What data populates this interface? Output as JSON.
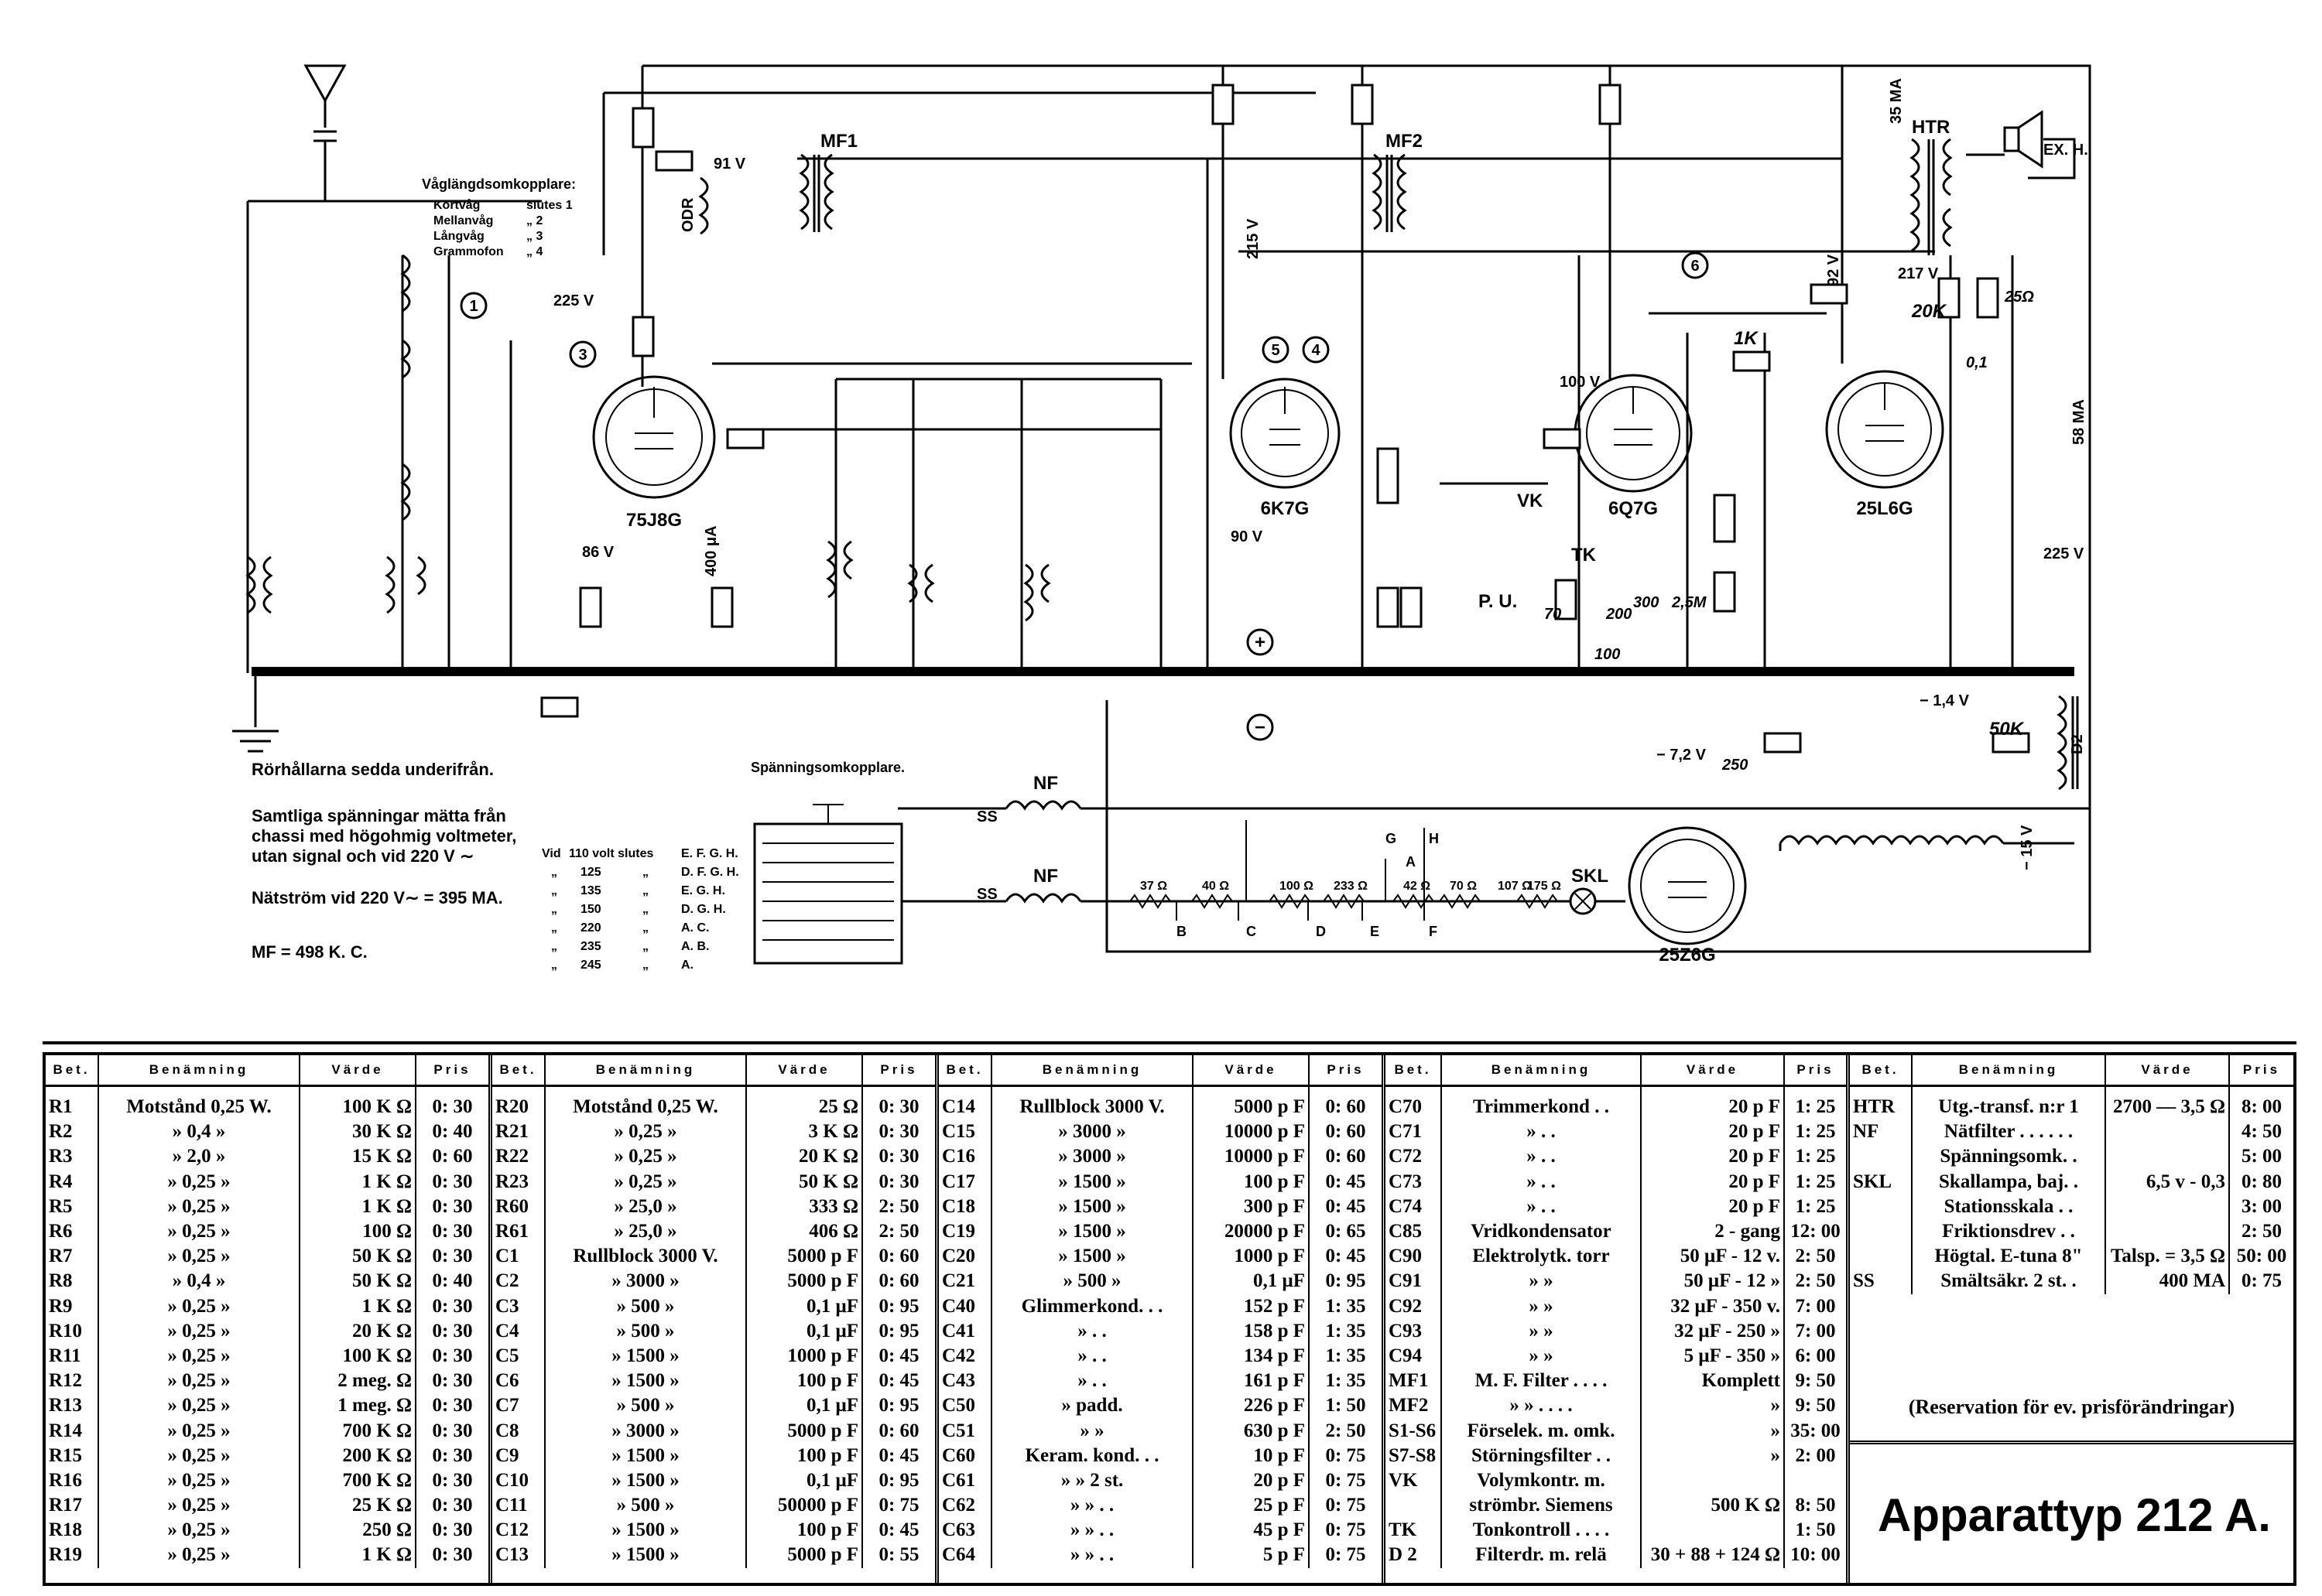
{
  "schematic": {
    "tubes": [
      "75J8G",
      "6K7G",
      "6Q7G",
      "25L6G",
      "25Z6G"
    ],
    "voltages": {
      "v91": "91 V",
      "v225": "225 V",
      "v215": "215 V",
      "v86": "86 V",
      "v400": "400 μA",
      "v90": "90 V",
      "v100": "100 V",
      "v217": "217 V",
      "v92": "92 V",
      "v225b": "225 V",
      "v35ma": "35 MA",
      "v58ma": "58 MA",
      "vm1_4": "− 1,4 V",
      "vm7_2": "− 7,2 V",
      "vm15": "− 15 V"
    },
    "labels": {
      "mf1": "MF1",
      "mf2": "MF2",
      "odr": "ODR",
      "htr": "HTR",
      "exh": "EX. H.",
      "vk": "VK",
      "tk": "TK",
      "pu": "P. U.",
      "nf1": "NF",
      "nf2": "NF",
      "ss1": "SS",
      "ss2": "SS",
      "skl": "SKL",
      "d2": "D2",
      "plus": "+",
      "minus": "−"
    },
    "handwritten": [
      "1K",
      "20K",
      "50K",
      "200",
      "300",
      "2,5M",
      "25Ω",
      "0,1",
      "70",
      "100",
      "250"
    ],
    "waveband": {
      "title": "Våglängdsomkopplare:",
      "rows": [
        [
          "Kortvåg",
          "slutes 1"
        ],
        [
          "Mellanvåg",
          "„ 2"
        ],
        [
          "Långvåg",
          "„ 3"
        ],
        [
          "Grammofon",
          "„ 4"
        ]
      ]
    },
    "notes": {
      "tubes_view": "Rörhållarna sedda underifrån.",
      "voltmeter": [
        "Samtliga spänningar mätta från",
        "chassi med högohmig voltmeter,",
        "utan signal och vid 220 V ∼"
      ],
      "mains_current": "Nätström vid 220 V∼ = 395 MA.",
      "mf": "MF = 498 K. C.",
      "switch_title": "Spänningsomkopplare."
    },
    "mains_table": {
      "header": [
        "Vid",
        "110 volt slutes",
        "E. F. G. H."
      ],
      "rows": [
        [
          "„",
          "125",
          "„",
          "D. F. G. H."
        ],
        [
          "„",
          "135",
          "„",
          "E. G. H."
        ],
        [
          "„",
          "150",
          "„",
          "D. G. H."
        ],
        [
          "„",
          "220",
          "„",
          "A. C."
        ],
        [
          "„",
          "235",
          "„",
          "A. B."
        ],
        [
          "„",
          "245",
          "„",
          "A."
        ]
      ]
    },
    "resistor_string": [
      "37 Ω",
      "40 Ω",
      "100 Ω",
      "233 Ω",
      "42 Ω",
      "70 Ω",
      "107 Ω",
      "175 Ω"
    ],
    "tap_letters": [
      "A",
      "B",
      "C",
      "D",
      "E",
      "F",
      "G",
      "H"
    ]
  },
  "parts": {
    "header": {
      "bet": "Bet.",
      "ben": "Benämning",
      "varde": "Värde",
      "pris": "Pris"
    },
    "group1": [
      [
        "R1",
        "Motstånd 0,25 W.",
        "100 K Ω",
        "0: 30"
      ],
      [
        "R2",
        "» 0,4 »",
        "30 K Ω",
        "0: 40"
      ],
      [
        "R3",
        "» 2,0 »",
        "15 K Ω",
        "0: 60"
      ],
      [
        "R4",
        "» 0,25 »",
        "1 K Ω",
        "0: 30"
      ],
      [
        "R5",
        "» 0,25 »",
        "1 K Ω",
        "0: 30"
      ],
      [
        "R6",
        "» 0,25 »",
        "100 Ω",
        "0: 30"
      ],
      [
        "R7",
        "» 0,25 »",
        "50 K Ω",
        "0: 30"
      ],
      [
        "R8",
        "» 0,4 »",
        "50 K Ω",
        "0: 40"
      ],
      [
        "R9",
        "» 0,25 »",
        "1 K Ω",
        "0: 30"
      ],
      [
        "R10",
        "» 0,25 »",
        "20 K Ω",
        "0: 30"
      ],
      [
        "R11",
        "» 0,25 »",
        "100 K Ω",
        "0: 30"
      ],
      [
        "R12",
        "» 0,25 »",
        "2 meg. Ω",
        "0: 30"
      ],
      [
        "R13",
        "» 0,25 »",
        "1 meg. Ω",
        "0: 30"
      ],
      [
        "R14",
        "» 0,25 »",
        "700 K Ω",
        "0: 30"
      ],
      [
        "R15",
        "» 0,25 »",
        "200 K Ω",
        "0: 30"
      ],
      [
        "R16",
        "» 0,25 »",
        "700 K Ω",
        "0: 30"
      ],
      [
        "R17",
        "» 0,25 »",
        "25 K Ω",
        "0: 30"
      ],
      [
        "R18",
        "» 0,25 »",
        "250 Ω",
        "0: 30"
      ],
      [
        "R19",
        "» 0,25 »",
        "1 K Ω",
        "0: 30"
      ]
    ],
    "group2": [
      [
        "R20",
        "Motstånd 0,25 W.",
        "25 Ω",
        "0: 30"
      ],
      [
        "R21",
        "» 0,25 »",
        "3 K Ω",
        "0: 30"
      ],
      [
        "R22",
        "» 0,25 »",
        "20 K Ω",
        "0: 30"
      ],
      [
        "R23",
        "» 0,25 »",
        "50 K Ω",
        "0: 30"
      ],
      [
        "R60",
        "» 25,0 »",
        "333 Ω",
        "2: 50"
      ],
      [
        "R61",
        "» 25,0 »",
        "406 Ω",
        "2: 50"
      ],
      [
        "C1",
        "Rullblock 3000 V.",
        "5000 p F",
        "0: 60"
      ],
      [
        "C2",
        "» 3000 »",
        "5000 p F",
        "0: 60"
      ],
      [
        "C3",
        "» 500 »",
        "0,1 μF",
        "0: 95"
      ],
      [
        "C4",
        "» 500 »",
        "0,1 μF",
        "0: 95"
      ],
      [
        "C5",
        "» 1500 »",
        "1000 p F",
        "0: 45"
      ],
      [
        "C6",
        "» 1500 »",
        "100 p F",
        "0: 45"
      ],
      [
        "C7",
        "» 500 »",
        "0,1 μF",
        "0: 95"
      ],
      [
        "C8",
        "» 3000 »",
        "5000 p F",
        "0: 60"
      ],
      [
        "C9",
        "» 1500 »",
        "100 p F",
        "0: 45"
      ],
      [
        "C10",
        "» 1500 »",
        "0,1 μF",
        "0: 95"
      ],
      [
        "C11",
        "» 500 »",
        "50000 p F",
        "0: 75"
      ],
      [
        "C12",
        "» 1500 »",
        "100 p F",
        "0: 45"
      ],
      [
        "C13",
        "» 1500 »",
        "5000 p F",
        "0: 55"
      ]
    ],
    "group3": [
      [
        "C14",
        "Rullblock 3000 V.",
        "5000 p F",
        "0: 60"
      ],
      [
        "C15",
        "» 3000 »",
        "10000 p F",
        "0: 60"
      ],
      [
        "C16",
        "» 3000 »",
        "10000 p F",
        "0: 60"
      ],
      [
        "C17",
        "» 1500 »",
        "100 p F",
        "0: 45"
      ],
      [
        "C18",
        "» 1500 »",
        "300 p F",
        "0: 45"
      ],
      [
        "C19",
        "» 1500 »",
        "20000 p F",
        "0: 65"
      ],
      [
        "C20",
        "» 1500 »",
        "1000 p F",
        "0: 45"
      ],
      [
        "C21",
        "» 500 »",
        "0,1 μF",
        "0: 95"
      ],
      [
        "C40",
        "Glimmerkond. . .",
        "152 p F",
        "1: 35"
      ],
      [
        "C41",
        "» . .",
        "158 p F",
        "1: 35"
      ],
      [
        "C42",
        "» . .",
        "134 p F",
        "1: 35"
      ],
      [
        "C43",
        "» . .",
        "161 p F",
        "1: 35"
      ],
      [
        "C50",
        "» padd.",
        "226 p F",
        "1: 50"
      ],
      [
        "C51",
        "» »",
        "630 p F",
        "2: 50"
      ],
      [
        "C60",
        "Keram. kond. . .",
        "10 p F",
        "0: 75"
      ],
      [
        "C61",
        "» » 2 st.",
        "20 p F",
        "0: 75"
      ],
      [
        "C62",
        "» » . .",
        "25 p F",
        "0: 75"
      ],
      [
        "C63",
        "» » . .",
        "45 p F",
        "0: 75"
      ],
      [
        "C64",
        "» » . .",
        "5 p F",
        "0: 75"
      ]
    ],
    "group4": [
      [
        "C70",
        "Trimmerkond . .",
        "20 p F",
        "1: 25"
      ],
      [
        "C71",
        "» . .",
        "20 p F",
        "1: 25"
      ],
      [
        "C72",
        "» . .",
        "20 p F",
        "1: 25"
      ],
      [
        "C73",
        "» . .",
        "20 p F",
        "1: 25"
      ],
      [
        "C74",
        "» . .",
        "20 p F",
        "1: 25"
      ],
      [
        "C85",
        "Vridkondensator",
        "2 - gang",
        "12: 00"
      ],
      [
        "C90",
        "Elektrolytk. torr",
        "50 μF - 12 v.",
        "2: 50"
      ],
      [
        "C91",
        "» »",
        "50 μF - 12 »",
        "2: 50"
      ],
      [
        "C92",
        "» »",
        "32 μF - 350 v.",
        "7: 00"
      ],
      [
        "C93",
        "» »",
        "32 μF - 250 »",
        "7: 00"
      ],
      [
        "C94",
        "» »",
        "5 μF - 350 »",
        "6: 00"
      ],
      [
        "MF1",
        "M. F. Filter . . . .",
        "Komplett",
        "9: 50"
      ],
      [
        "MF2",
        "» » . . . .",
        "»",
        "9: 50"
      ],
      [
        "S1-S6",
        "Förselek. m. omk.",
        "»",
        "35: 00"
      ],
      [
        "S7-S8",
        "Störningsfilter . .",
        "»",
        "2: 00"
      ],
      [
        "VK",
        "Volymkontr. m.",
        "",
        ""
      ],
      [
        "",
        "strömbr. Siemens",
        "500 K Ω",
        "8: 50"
      ],
      [
        "TK",
        "Tonkontroll . . . .",
        "",
        "1: 50"
      ],
      [
        "D 2",
        "Filterdr. m. relä",
        "30 + 88 + 124 Ω",
        "10: 00"
      ]
    ],
    "group5": [
      [
        "HTR",
        "Utg.-transf. n:r 1",
        "2700 — 3,5 Ω",
        "8: 00"
      ],
      [
        "NF",
        "Nätfilter . . . . . .",
        "",
        "4: 50"
      ],
      [
        "",
        "Spänningsomk. .",
        "",
        "5: 00"
      ],
      [
        "SKL",
        "Skallampa, baj. .",
        "6,5 v - 0,3",
        "0: 80"
      ],
      [
        "",
        "Stationsskala . .",
        "",
        "3: 00"
      ],
      [
        "",
        "Friktionsdrev . .",
        "",
        "2: 50"
      ],
      [
        "",
        "Högtal. E-tuna 8\"",
        "Talsp. = 3,5 Ω",
        "50: 00"
      ],
      [
        "SS",
        "Smältsäkr. 2 st. .",
        "400 MA",
        "0: 75"
      ]
    ],
    "reservation": "(Reservation för ev. prisförändringar)",
    "model": "Apparattyp 212 A."
  }
}
